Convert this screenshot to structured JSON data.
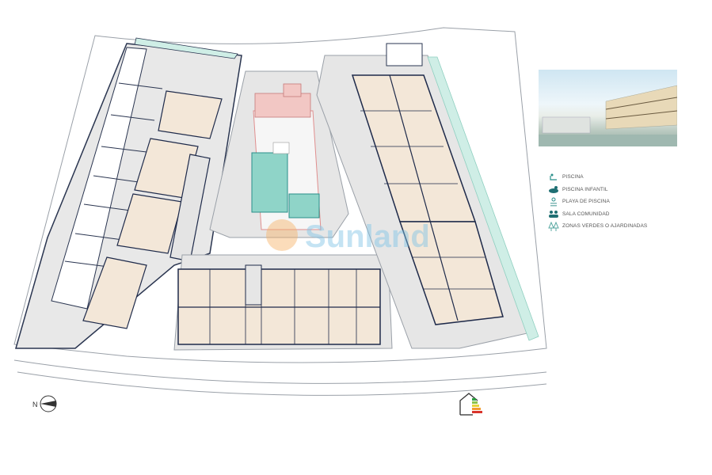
{
  "legend": {
    "items": [
      {
        "label": "PISCINA",
        "icon": "swimmer-icon"
      },
      {
        "label": "PISCINA INFANTIL",
        "icon": "duck-float-icon"
      },
      {
        "label": "PLAYA DE PISCINA",
        "icon": "sunbed-umbrella-icon"
      },
      {
        "label": "SALA COMUNIDAD",
        "icon": "people-group-icon"
      },
      {
        "label": "ZONAS VERDES O AJARDINADAS",
        "icon": "trees-icon"
      }
    ]
  },
  "compass": {
    "label": "N"
  },
  "watermark": {
    "text": "Sunland"
  },
  "colors": {
    "wall": "#1e2a4a",
    "apartment_floor": "#f3e7d8",
    "common_area": "#e6e6e6",
    "pool": "#8fd4c8",
    "green_zone": "#cfeee6",
    "accent_teal": "#2a8f8a",
    "pink_area": "#f2c7c4"
  }
}
